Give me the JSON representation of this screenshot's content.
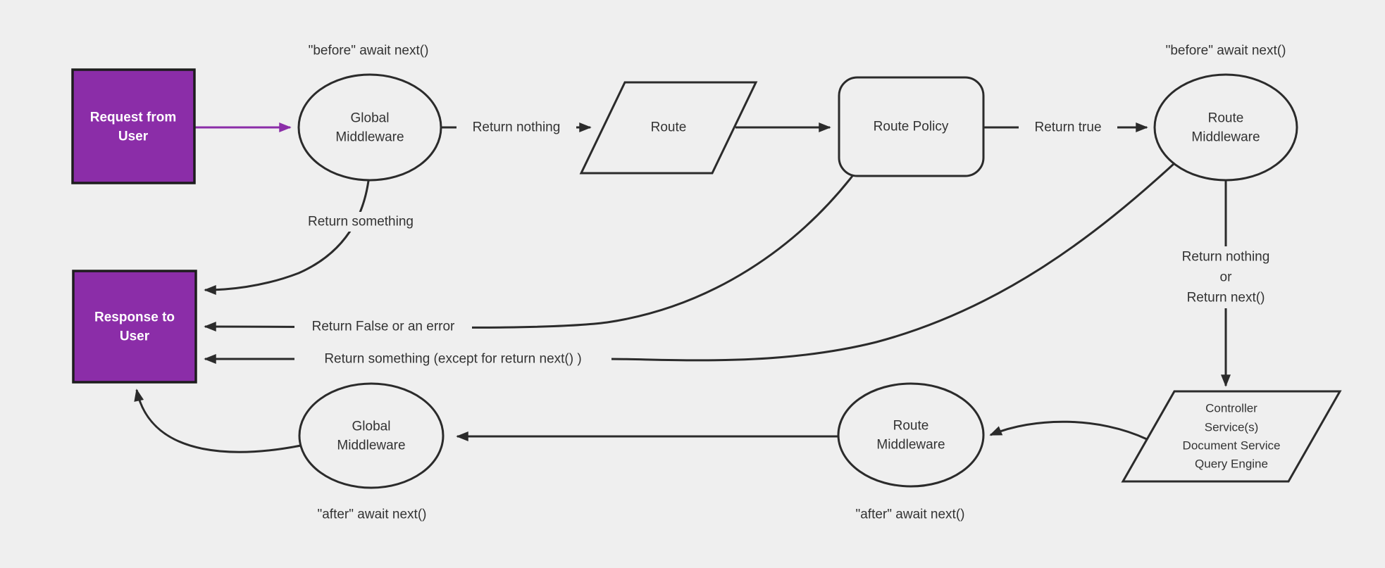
{
  "diagram": {
    "colors": {
      "canvas_bg": "#efefef",
      "stroke": "#2b2b2b",
      "node_fill": "#efefef",
      "accent_purple": "#8B2DA8",
      "box_border": "#1d1d1d",
      "text": "#333333",
      "box_text": "#ffffff"
    },
    "nodes": {
      "request": {
        "lines": [
          "Request from",
          "User"
        ]
      },
      "global_middleware_top": {
        "lines": [
          "Global",
          "Middleware"
        ]
      },
      "route": {
        "label": "Route"
      },
      "route_policy": {
        "label": "Route Policy"
      },
      "route_middleware_top": {
        "lines": [
          "Route",
          "Middleware"
        ]
      },
      "controller": {
        "lines": [
          "Controller",
          "Service(s)",
          "Document Service",
          "Query Engine"
        ]
      },
      "route_middleware_bottom": {
        "lines": [
          "Route",
          "Middleware"
        ]
      },
      "global_middleware_bottom": {
        "lines": [
          "Global",
          "Middleware"
        ]
      },
      "response": {
        "lines": [
          "Response to",
          "User"
        ]
      }
    },
    "annotations": {
      "before_await_left": "\"before\" await next()",
      "before_await_right": "\"before\" await next()",
      "after_await_left": "\"after\" await next()",
      "after_await_right": "\"after\" await next()"
    },
    "edge_labels": {
      "return_nothing": "Return nothing",
      "return_true": "Return true",
      "return_nothing_or": [
        "Return nothing",
        "or",
        "Return next()"
      ],
      "return_something": "Return something",
      "return_false": "Return False or an error",
      "return_something_except": "Return something (except for return next() )"
    }
  }
}
